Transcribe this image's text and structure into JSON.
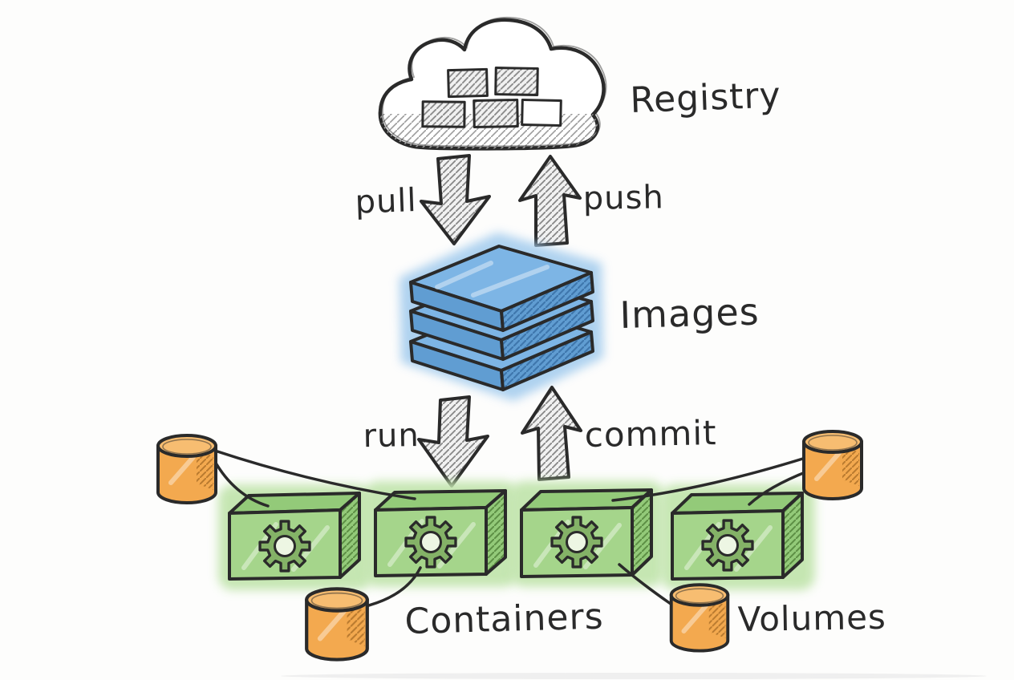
{
  "diagram": {
    "nodes": {
      "registry": {
        "label": "Registry",
        "shape": "cloud",
        "block_count": 5
      },
      "images": {
        "label": "Images",
        "shape": "stacked-layers",
        "layer_count": 3
      },
      "containers": {
        "label": "Containers",
        "shape": "gear-boxes",
        "box_count": 4
      },
      "volumes": {
        "label": "Volumes",
        "shape": "cylinders",
        "cylinder_count": 4
      }
    },
    "edges": {
      "pull": {
        "label": "pull",
        "from": "registry",
        "to": "images",
        "arrow": "down"
      },
      "push": {
        "label": "push",
        "from": "images",
        "to": "registry",
        "arrow": "up"
      },
      "run": {
        "label": "run",
        "from": "images",
        "to": "containers",
        "arrow": "down"
      },
      "commit": {
        "label": "commit",
        "from": "containers",
        "to": "images",
        "arrow": "up"
      }
    },
    "volume_links": [
      {
        "from": "volume-top-left",
        "to": "container-1"
      },
      {
        "from": "volume-top-left",
        "to": "container-2"
      },
      {
        "from": "volume-top-right",
        "to": "container-3"
      },
      {
        "from": "volume-top-right",
        "to": "container-4"
      },
      {
        "from": "volume-bottom-left",
        "to": "container-2"
      },
      {
        "from": "volume-bottom-right",
        "to": "container-3"
      }
    ],
    "colors": {
      "ink": "#2a2a2a",
      "paper": "#fdfdfc",
      "blue_top_face": "#7db5e5",
      "blue_side": "#609dd2",
      "blue_hatch": "#3f77ad",
      "blue_halo": "#a6cdee",
      "green_face": "#a5d58b",
      "green_top": "#93ca79",
      "green_hatch": "#5d8f45",
      "green_halo": "#c3e5af",
      "gear_fill": "#84b267",
      "gear_hole": "#edf6e3",
      "orange_body": "#f3a94f",
      "orange_top": "#f7bd71",
      "orange_hatch": "#b97a2f",
      "gray_fill": "#f1f1f1",
      "gray_hatch": "#878787"
    }
  }
}
